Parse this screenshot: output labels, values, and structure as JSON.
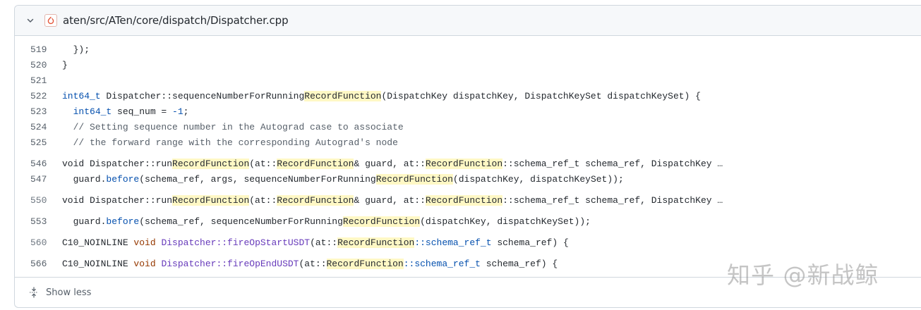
{
  "file": {
    "path": "aten/src/ATen/core/dispatch/Dispatcher.cpp",
    "icon": "pytorch-flame-icon",
    "collapse_icon": "chevron-down-icon"
  },
  "lines": [
    {
      "num": "519",
      "text": "  });"
    },
    {
      "num": "520",
      "text": "}"
    },
    {
      "num": "521",
      "text": ""
    },
    {
      "num": "522",
      "text": "int64_t Dispatcher::sequenceNumberForRunningRecordFunction(DispatchKey dispatchKey, DispatchKeySet dispatchKeySet) {"
    },
    {
      "num": "523",
      "text": "  int64_t seq_num = -1;"
    },
    {
      "num": "524",
      "text": "  // Setting sequence number in the Autograd case to associate"
    },
    {
      "num": "525",
      "text": "  // the forward range with the corresponding Autograd's node"
    },
    {
      "num": "546",
      "text": "void Dispatcher::runRecordFunction(at::RecordFunction& guard, at::RecordFunction::schema_ref_t schema_ref, DispatchKey …"
    },
    {
      "num": "547",
      "text": "  guard.before(schema_ref, args, sequenceNumberForRunningRecordFunction(dispatchKey, dispatchKeySet));"
    },
    {
      "num": "550",
      "text": "void Dispatcher::runRecordFunction(at::RecordFunction& guard, at::RecordFunction::schema_ref_t schema_ref, DispatchKey …"
    },
    {
      "num": "553",
      "text": "  guard.before(schema_ref, sequenceNumberForRunningRecordFunction(dispatchKey, dispatchKeySet));"
    },
    {
      "num": "560",
      "text": "C10_NOINLINE void Dispatcher::fireOpStartUSDT(at::RecordFunction::schema_ref_t schema_ref) {"
    },
    {
      "num": "566",
      "text": "C10_NOINLINE void Dispatcher::fireOpEndUSDT(at::RecordFunction::schema_ref_t schema_ref) {"
    }
  ],
  "tokens": {
    "l519": "  });",
    "l520": "}",
    "l522_a": "int64_t",
    "l522_b": " Dispatcher::sequenceNumberForRunning",
    "l522_hl": "RecordFunction",
    "l522_c": "(DispatchKey dispatchKey, DispatchKeySet dispatchKeySet) {",
    "l523_indent": "  ",
    "l523_a": "int64_t",
    "l523_b": " seq_num = ",
    "l523_num": "-1",
    "l523_c": ";",
    "l524": "  // Setting sequence number in the Autograd case to associate",
    "l525": "  // the forward range with the corresponding Autograd's node",
    "l546_a": "void Dispatcher::run",
    "l546_hl1": "RecordFunction",
    "l546_b": "(at::",
    "l546_hl2": "RecordFunction",
    "l546_c": "& guard, at::",
    "l546_hl3": "RecordFunction",
    "l546_d": "::schema_ref_t schema_ref, DispatchKey …",
    "l547_a": "  guard.",
    "l547_meth": "before",
    "l547_b": "(schema_ref, args, sequenceNumberForRunning",
    "l547_hl": "RecordFunction",
    "l547_c": "(dispatchKey, dispatchKeySet));",
    "l550_a": "void Dispatcher::run",
    "l550_hl1": "RecordFunction",
    "l550_b": "(at::",
    "l550_hl2": "RecordFunction",
    "l550_c": "& guard, at::",
    "l550_hl3": "RecordFunction",
    "l550_d": "::schema_ref_t schema_ref, DispatchKey …",
    "l553_a": "  guard.",
    "l553_meth": "before",
    "l553_b": "(schema_ref, sequenceNumberForRunning",
    "l553_hl": "RecordFunction",
    "l553_c": "(dispatchKey, dispatchKeySet));",
    "l560_a": "C10_NOINLINE ",
    "l560_kw": "void",
    "l560_fn": " Dispatcher::fireOpStartUSDT",
    "l560_b": "(at::",
    "l560_hl": "RecordFunction",
    "l560_t": "::schema_ref_t",
    "l560_c": " schema_ref) {",
    "l566_a": "C10_NOINLINE ",
    "l566_kw": "void",
    "l566_fn": " Dispatcher::fireOpEndUSDT",
    "l566_b": "(at::",
    "l566_hl": "RecordFunction",
    "l566_t": "::schema_ref_t",
    "l566_c": " schema_ref) {"
  },
  "search_highlight": "RecordFunction",
  "colors": {
    "highlight": "#fff8c5",
    "type_keyword": "#0550ae",
    "keyword": "#953800",
    "function": "#6639ba",
    "comment": "#57606a"
  },
  "footer": {
    "label": "Show less",
    "icon": "fold-icon"
  },
  "watermark": "知乎 @新战鲸"
}
